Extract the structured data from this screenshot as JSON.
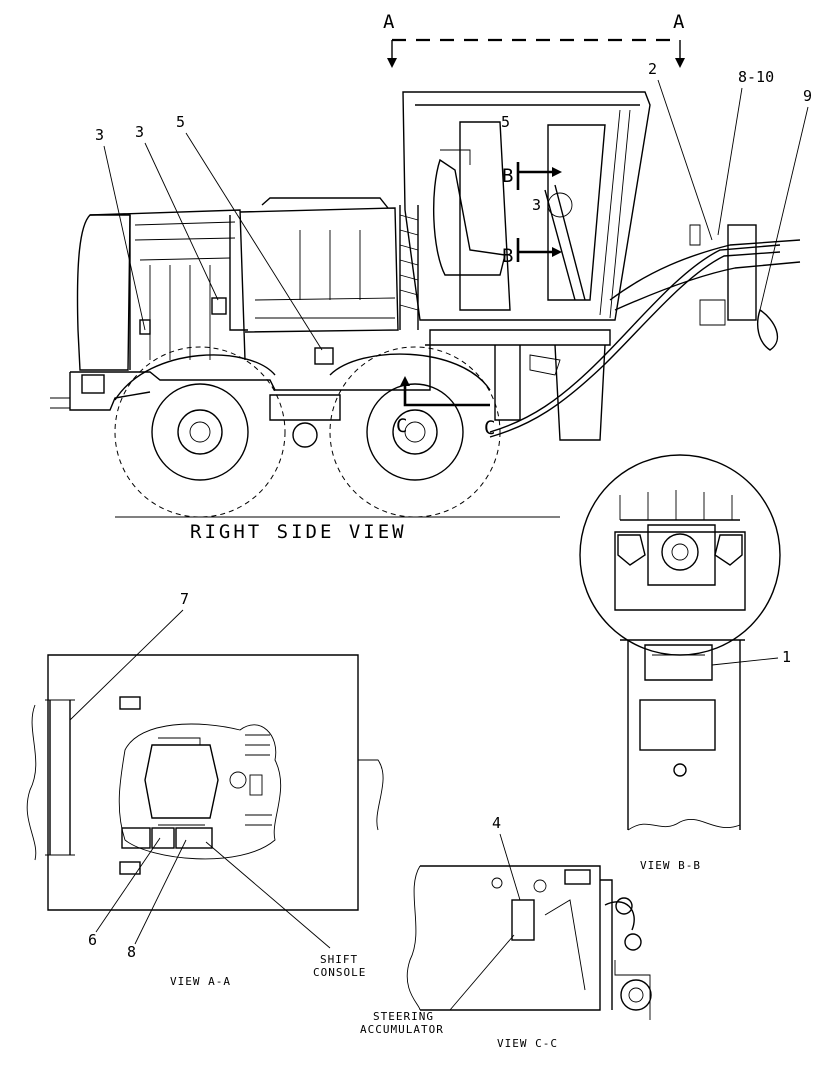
{
  "section_markers": {
    "a_left": "A",
    "a_right": "A",
    "b_top": "B",
    "b_bottom": "B",
    "c_top": "C",
    "c_bottom": "C"
  },
  "views": {
    "right_side": "RIGHT SIDE VIEW",
    "a_a": "VIEW A-A",
    "b_b": "VIEW B-B",
    "c_c": "VIEW C-C"
  },
  "callouts": {
    "c1": "1",
    "c2": "2",
    "c3a": "3",
    "c3b": "3",
    "c3c": "3",
    "c4": "4",
    "c5a": "5",
    "c5b": "5",
    "c6": "6",
    "c7": "7",
    "c8": "8",
    "c8_10": "8-10",
    "c9": "9"
  },
  "notes": {
    "shift_console_l1": "SHIFT",
    "shift_console_l2": "CONSOLE",
    "steering_acc_l1": "STEERING",
    "steering_acc_l2": "ACCUMULATOR"
  }
}
